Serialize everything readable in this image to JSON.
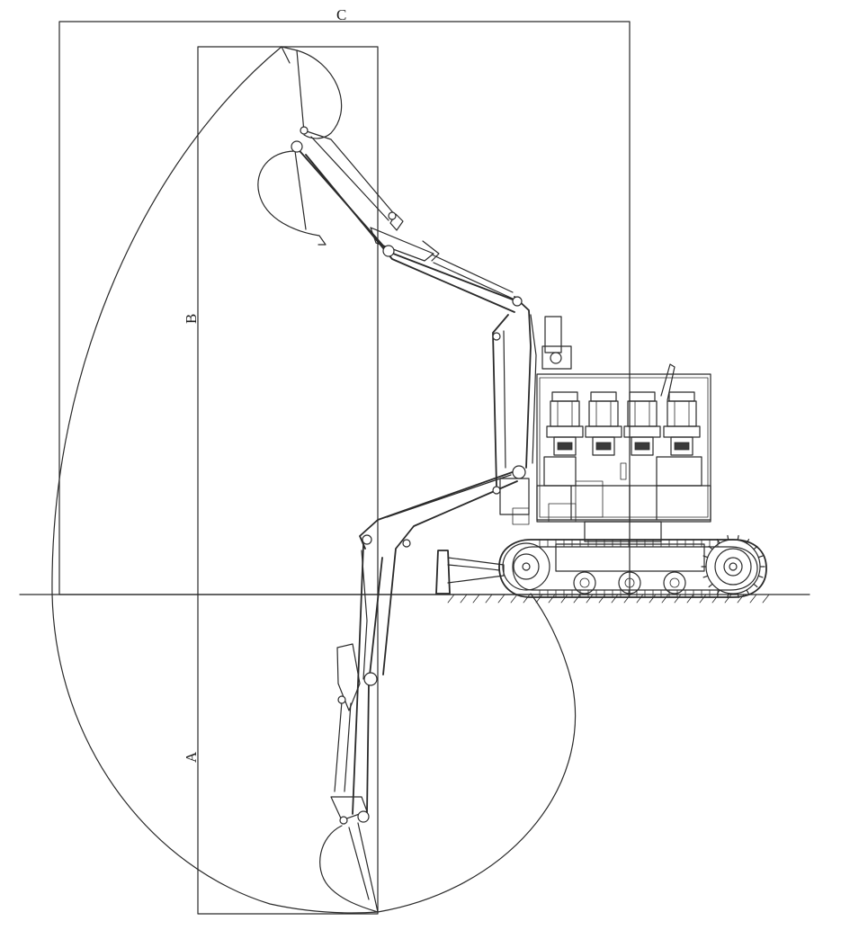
{
  "diagram": {
    "labels": {
      "a": "A",
      "b": "B",
      "c": "C"
    },
    "colors": {
      "line": "#2a2a2a",
      "background": "#ffffff"
    }
  }
}
